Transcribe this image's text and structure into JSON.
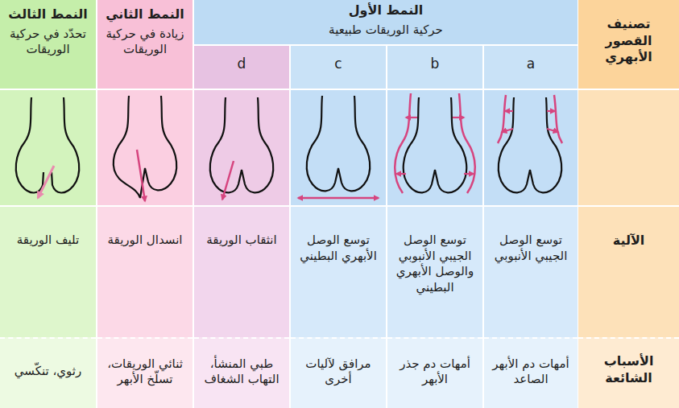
{
  "diagram": {
    "nodes": [
      {
        "text": [
          "تصنيف القصور الأبهري"
        ]
      },
      {
        "text": [
          "النمط الأول",
          "حركية الوريقات طبيعية"
        ]
      },
      {
        "text": [
          "النمط الثاني",
          "زيادة في حركية الوريقات"
        ]
      },
      {
        "text": [
          "النمط الثالث",
          "تحدّد في حركية الوريقات"
        ]
      },
      {
        "text": [
          "a"
        ]
      },
      {
        "text": [
          "b"
        ]
      },
      {
        "text": [
          "c"
        ]
      },
      {
        "text": [
          "d"
        ]
      },
      {
        "text": [
          "الآلية"
        ]
      },
      {
        "text": [
          "توسع الوصل الجيبي الأنبوبي"
        ]
      },
      {
        "text": [
          "توسع الوصل الجيبي الأنبوبي والوصل الأبهري البطيني"
        ]
      },
      {
        "text": [
          "توسع الوصل الأبهري البطيني"
        ]
      },
      {
        "text": [
          "انثقاب الوريقة"
        ]
      },
      {
        "text": [
          "انسدال الوريقة"
        ]
      },
      {
        "text": [
          "تليف الوريقة"
        ]
      },
      {
        "text": [
          "الأسباب الشائعة"
        ]
      },
      {
        "text": [
          "أمهات دم الأبهر الصاعد"
        ]
      },
      {
        "text": [
          "أمهات دم جذر الأبهر"
        ]
      },
      {
        "text": [
          "مرافق لآليات أخرى"
        ]
      },
      {
        "text": [
          "طبي المنشأ، التهاب الشغاف"
        ]
      },
      {
        "text": [
          "ثنائي الوريقات، تسلّخ الأبهر"
        ]
      },
      {
        "text": [
          "رثوي، تنكّسي"
        ]
      }
    ]
  }
}
